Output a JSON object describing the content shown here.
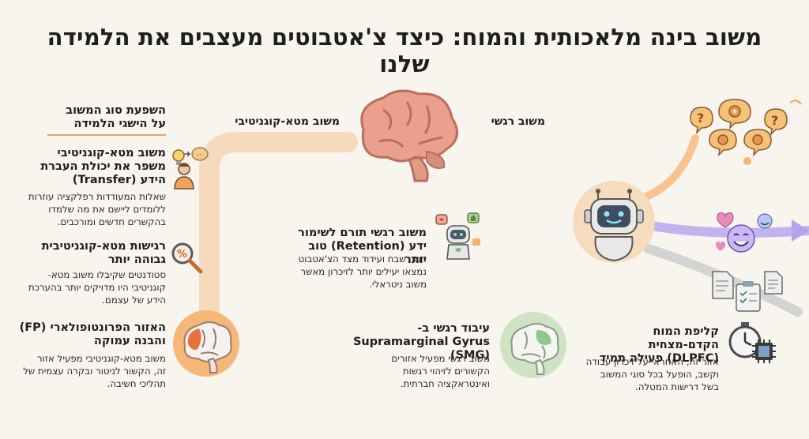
{
  "title": "משוב בינה מלאכותית והמוח: כיצד צ'אטבוטים מעצבים את הלמידה שלנו",
  "labels": {
    "emotional": "משוב רגשי",
    "metacognitive": "משוב מטא-קוגניטיבי"
  },
  "left_panel": {
    "heading_line1": "השפעת סוג המשוב",
    "heading_line2": "על הישגי הלמידה",
    "block1": {
      "title_line1": "משוב מטא-קוגניטיבי",
      "title_line2": "משפר את יכולת העברת",
      "title_line3": "הידע (Transfer)",
      "body_line1": "שאלות המעודדות רפלקציה עוזרות",
      "body_line2": "ללומדים ליישם את מה שלמדו",
      "body_line3": "בהקשרים חדשים ומורכבים."
    },
    "block2": {
      "title_line1": "רגישות מטא-קוגניטיבית",
      "title_line2": "גבוהה יותר",
      "body_line1": "סטודנטים שקיבלו משוב מטא-",
      "body_line2": "קוגניטיבי היו מדויקים יותר בהערכת",
      "body_line3": "הידע של עצמם."
    },
    "block3": {
      "title_line1": "האזור הפרונטופולארי (FP)",
      "title_line2": "והבנה עמוקה",
      "body_line1": "משוב מטא-קוגניטיבי מפעיל אזור",
      "body_line2": "זה, הקשור לניטור ובקרה עצמית של",
      "body_line3": "תהליכי חשיבה."
    }
  },
  "middle": {
    "retention": {
      "title_line1": "משוב רגשי תורם לשימור",
      "title_line2": "ידע (Retention) טוב יותר",
      "body_line1": "דברי שבח ועידוד מצד הצ'אטבוט",
      "body_line2": "נמצאו יעילים יותר לזיכרון מאשר",
      "body_line3": "משוב ניטראלי."
    },
    "smg": {
      "title_line1": "עיבוד רגשי ב-",
      "title_line2": "Supramarginal Gyrus (SMG)",
      "body_line1": "משוב רגשי מפעיל אזורים",
      "body_line2": "הקשורים לזיהוי רגשות",
      "body_line3": "ואינטראקציה חברתית."
    }
  },
  "right": {
    "dlpfc": {
      "title_line1": "קליפת המוח הקדם-מצחית",
      "title_line2": "(DLPFC) פעילה תמיד",
      "body_line1": "אזור זה, האחראי על זיכרון עבודה",
      "body_line2": "וקשב, הופעל בכל סוגי המשוב",
      "body_line3": "בשל דרישות המטלה."
    }
  },
  "colors": {
    "accent_orange": "#f2a66a",
    "path_orange": "#f6c79a",
    "path_purple": "#b9a8ea",
    "path_gray": "#c9c9c9",
    "brain_pink": "#e9a08c",
    "brain_green": "#cfe3c4"
  },
  "icons": [
    "lightbulb-icon",
    "person-icon",
    "magnifier-percent-icon",
    "robot-icon",
    "heart-icon",
    "thumbs-up-icon",
    "question-bubble-icon",
    "gear-icon",
    "smiley-icon",
    "document-icon",
    "checklist-icon",
    "stopwatch-icon",
    "chip-icon",
    "brain-icon"
  ]
}
